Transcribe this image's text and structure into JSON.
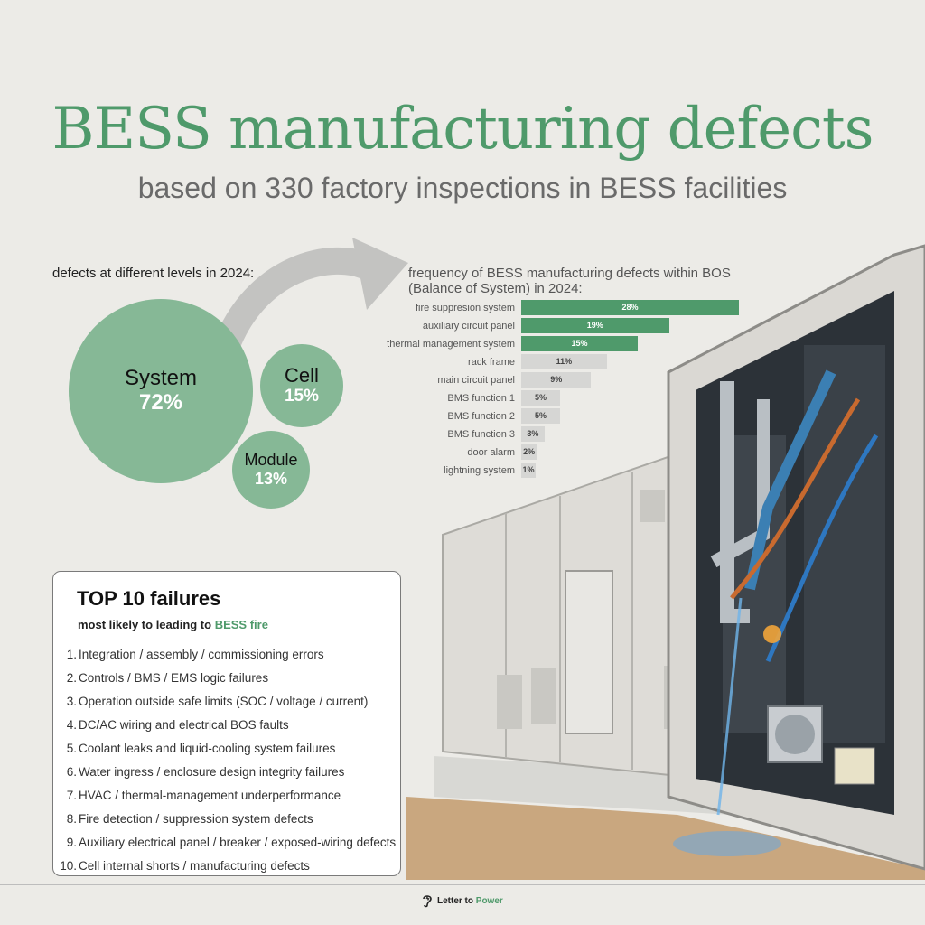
{
  "header": {
    "title": "BESS manufacturing defects",
    "subtitle": "based on 330 factory inspections in BESS facilities"
  },
  "levels": {
    "caption": "defects at different levels in 2024:",
    "items": [
      {
        "label": "System",
        "value": "72%"
      },
      {
        "label": "Cell",
        "value": "15%"
      },
      {
        "label": "Module",
        "value": "13%"
      }
    ]
  },
  "chart_data": {
    "type": "bar",
    "orientation": "horizontal",
    "title": "frequency of BESS manufacturing defects within BOS (Balance of System) in 2024:",
    "categories": [
      "fire suppresion system",
      "auxiliary circuit panel",
      "thermal management system",
      "rack frame",
      "main circuit panel",
      "BMS function 1",
      "BMS function 2",
      "BMS function 3",
      "door alarm",
      "lightning system"
    ],
    "values": [
      28,
      19,
      15,
      11,
      9,
      5,
      5,
      3,
      2,
      1
    ],
    "value_labels": [
      "28%",
      "19%",
      "15%",
      "11%",
      "9%",
      "5%",
      "5%",
      "3%",
      "2%",
      "1%"
    ],
    "highlight_count": 3,
    "colors": {
      "highlight": "#4f9a6b",
      "other": "#d6d6d4"
    },
    "xlim": [
      0,
      28
    ],
    "grid": false,
    "legend": "none"
  },
  "failures": {
    "title": "TOP 10 failures",
    "subtitle_prefix": "most likely to leading to ",
    "subtitle_accent": "BESS fire",
    "items": [
      {
        "num": "1.",
        "text": "Integration / assembly / commissioning errors"
      },
      {
        "num": "2.",
        "text": "Controls / BMS / EMS logic failures"
      },
      {
        "num": "3.",
        "text": "Operation outside safe limits (SOC / voltage / current)"
      },
      {
        "num": "4.",
        "text": "DC/AC wiring and electrical BOS faults"
      },
      {
        "num": "5.",
        "text": "Coolant leaks and liquid-cooling system failures"
      },
      {
        "num": "6.",
        "text": "Water ingress / enclosure design integrity failures"
      },
      {
        "num": "7.",
        "text": "HVAC / thermal-management underperformance"
      },
      {
        "num": "8.",
        "text": "Fire detection / suppression system defects"
      },
      {
        "num": "9.",
        "text": "Auxiliary electrical panel / breaker / exposed-wiring defects"
      },
      {
        "num": "10.",
        "text": "Cell internal shorts / manufacturing defects"
      }
    ]
  },
  "footer": {
    "brand_prefix": "Letter to ",
    "brand_accent": "Power"
  },
  "colors": {
    "accent": "#4f9a6b",
    "bubble": "#86b896",
    "background": "#ecebe7"
  }
}
